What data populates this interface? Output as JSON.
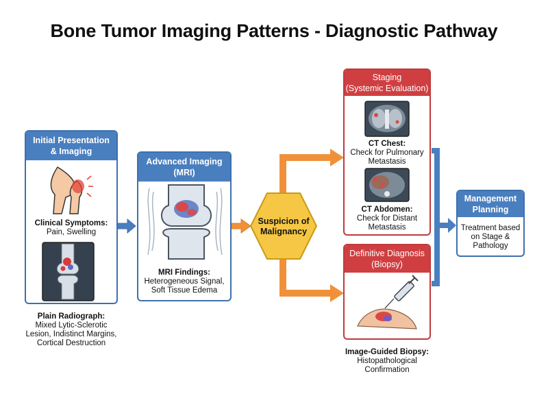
{
  "title": "Bone Tumor Imaging Patterns - Diagnostic Pathway",
  "initial": {
    "header_line1": "Initial Presentation",
    "header_line2": "& Imaging",
    "symptoms_title": "Clinical Symptoms:",
    "symptoms_text": "Pain, Swelling",
    "radiograph_title": "Plain Radiograph:",
    "radiograph_line1": "Mixed Lytic-Sclerotic",
    "radiograph_line2": "Lesion, Indistinct Margins,",
    "radiograph_line3": "Cortical Destruction"
  },
  "mri": {
    "header_line1": "Advanced Imaging",
    "header_line2": "(MRI)",
    "findings_title": "MRI Findings:",
    "findings_line1": "Heterogeneous Signal,",
    "findings_line2": "Soft Tissue Edema"
  },
  "suspicion": {
    "line1": "Suspicion of",
    "line2": "Malignancy"
  },
  "staging": {
    "header_line1": "Staging",
    "header_line2": "(Systemic Evaluation)",
    "ct_chest_title": "CT Chest:",
    "ct_chest_line1": "Check for Pulmonary",
    "ct_chest_line2": "Metastasis",
    "ct_abdomen_title": "CT Abdomen:",
    "ct_abdomen_line1": "Check for Distant",
    "ct_abdomen_line2": "Metastasis"
  },
  "biopsy": {
    "header_line1": "Definitive Diagnosis",
    "header_line2": "(Biopsy)",
    "title": "Image-Guided Biopsy:",
    "line1": "Histopathological",
    "line2": "Confirmation"
  },
  "management": {
    "header_line1": "Management",
    "header_line2": "Planning",
    "line1": "Treatment based",
    "line2": "on Stage &",
    "line3": "Pathology"
  },
  "colors": {
    "blue": "#4a7fbf",
    "red": "#cf3f41",
    "orange": "#f0913a",
    "hex_fill": "#f6c744"
  }
}
